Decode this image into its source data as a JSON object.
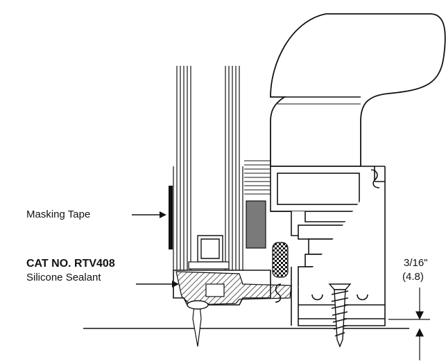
{
  "labels": {
    "masking_tape": "Masking Tape",
    "cat_no": "CAT NO. RTV408",
    "sealant": "Silicone Sealant",
    "dim_fraction": "3/16\"",
    "dim_metric": "(4.8)"
  },
  "colors": {
    "ink": "#111111",
    "seal_gray": "#7a7a7a",
    "tape": "#111111",
    "hatch": "#333333"
  }
}
